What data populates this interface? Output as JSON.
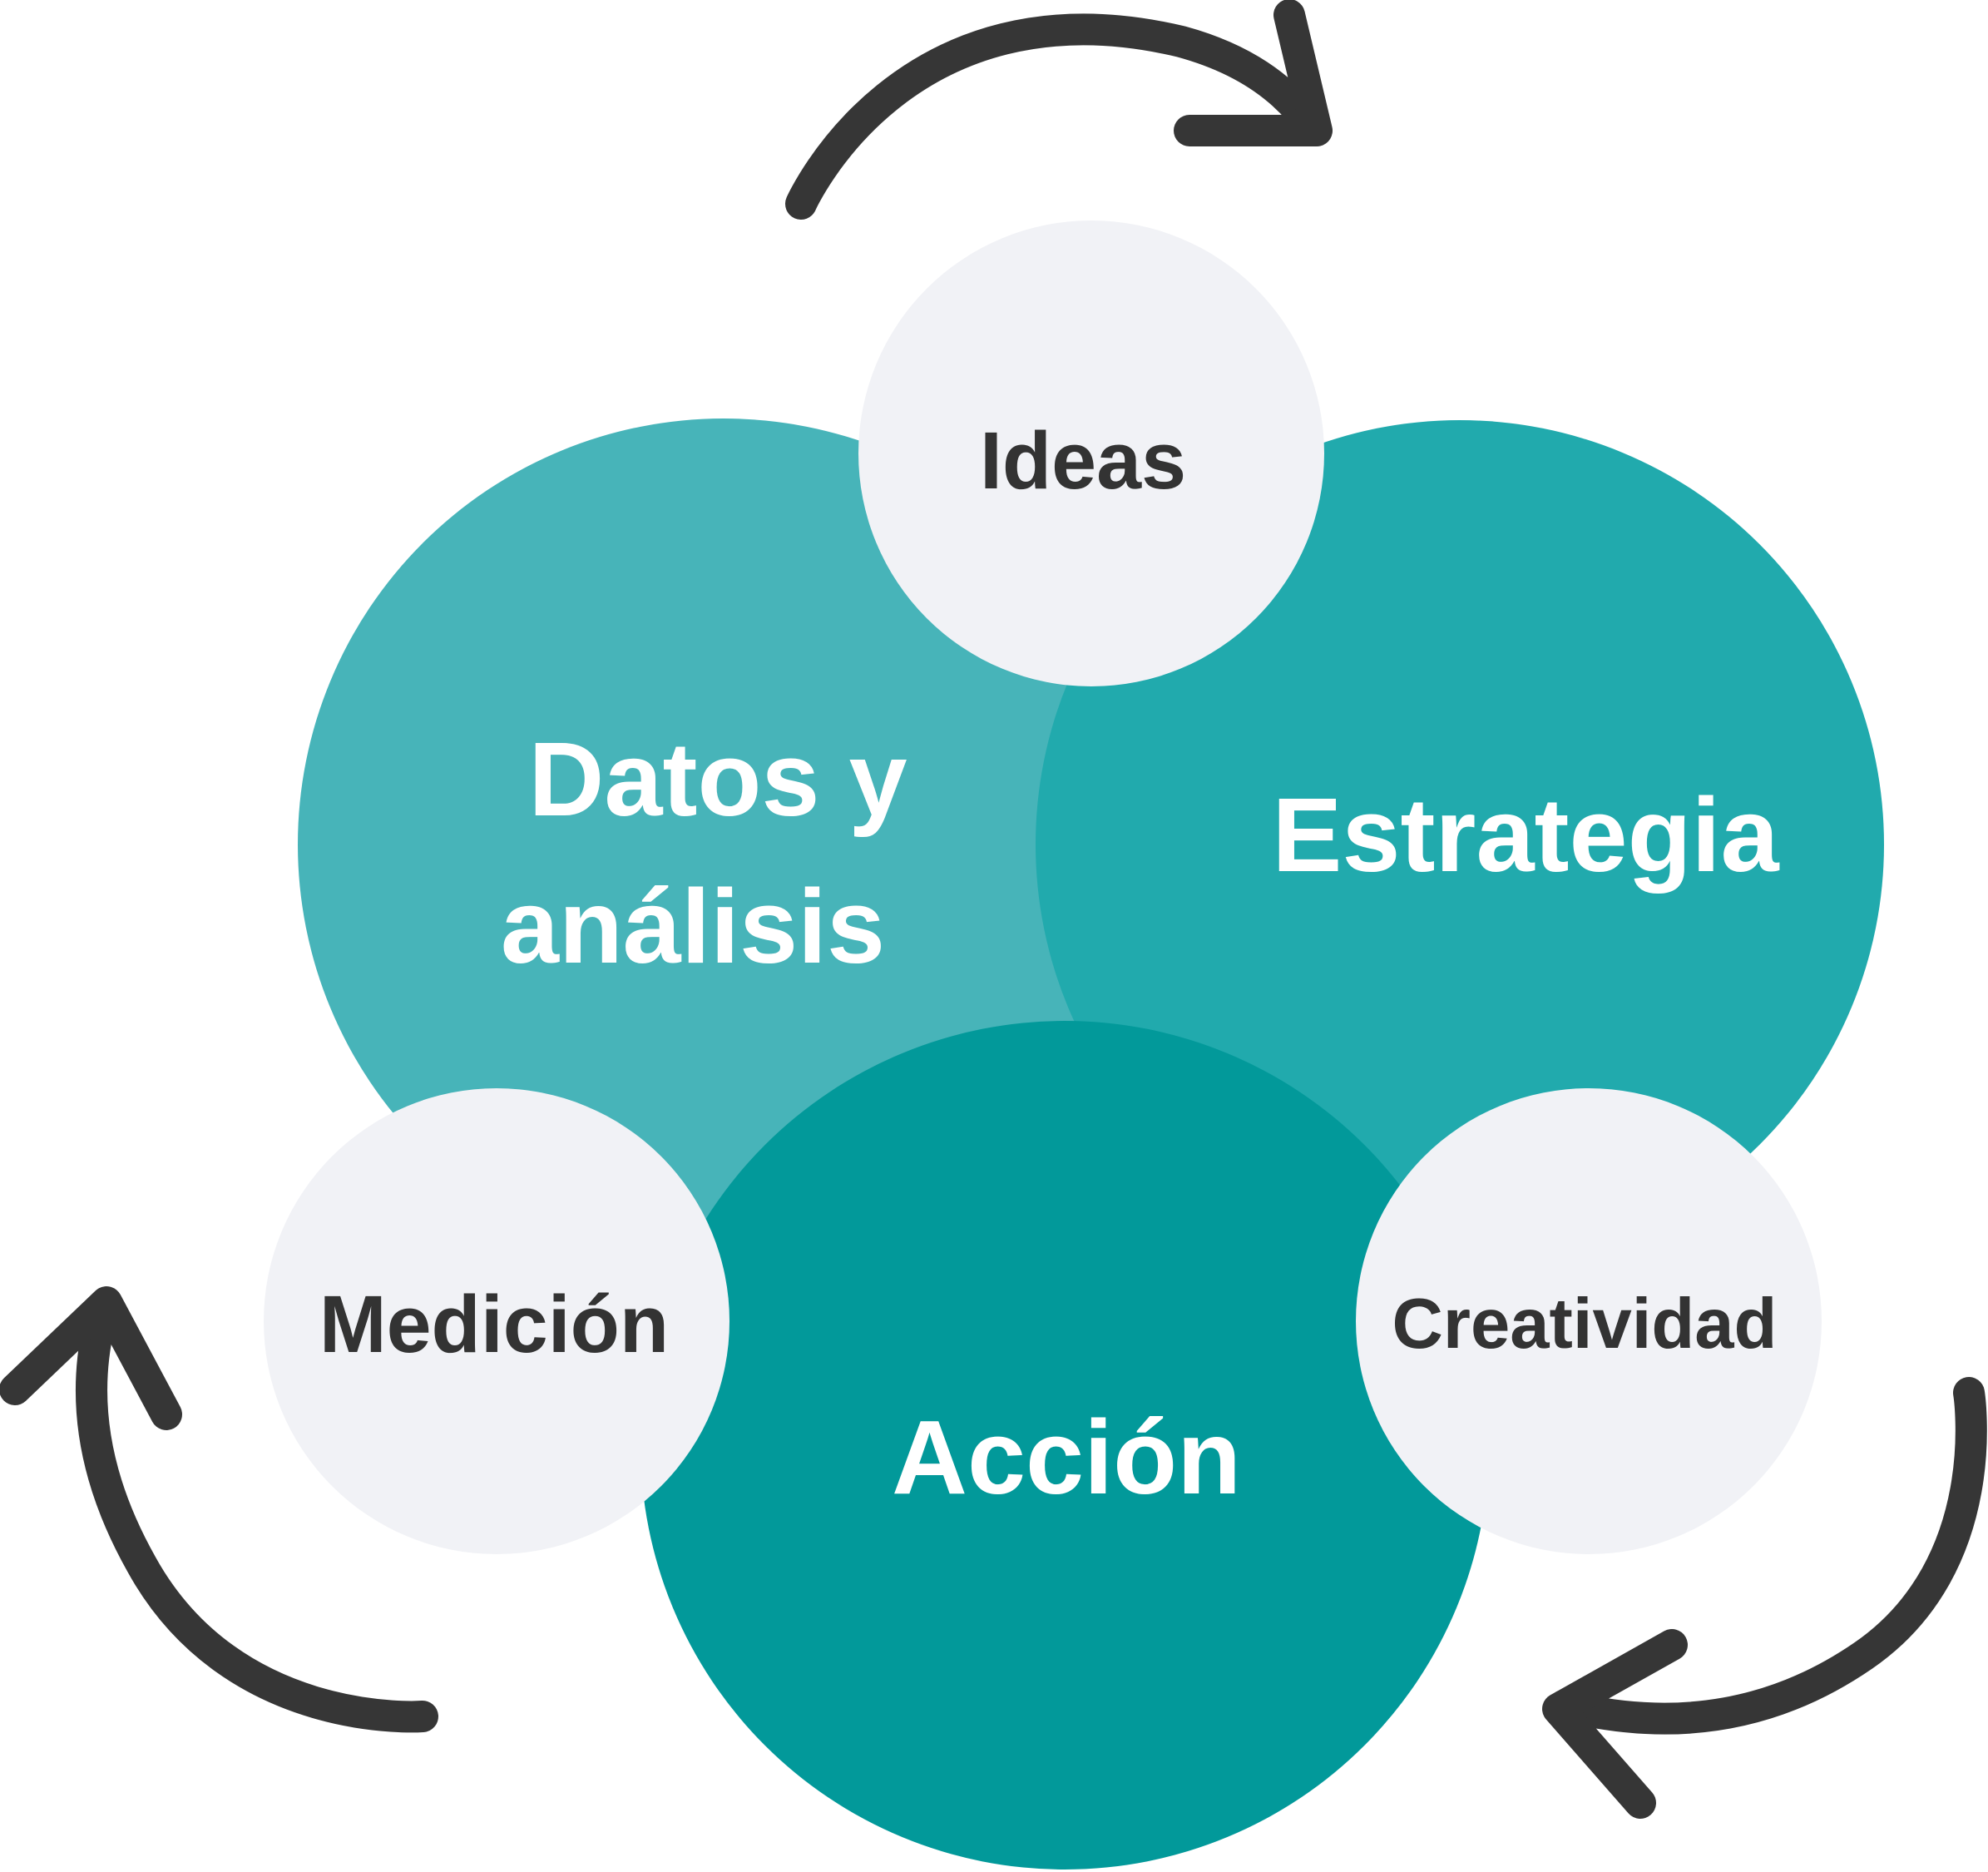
{
  "main_circles": [
    {
      "key": "datos",
      "lines": [
        "Datos y",
        "análisis"
      ]
    },
    {
      "key": "estrategia",
      "lines": [
        "Estrategia"
      ]
    },
    {
      "key": "accion",
      "lines": [
        "Acción"
      ]
    }
  ],
  "small_circles": [
    {
      "key": "ideas",
      "label": "Ideas"
    },
    {
      "key": "medicion",
      "label": "Medición"
    },
    {
      "key": "creatividad",
      "label": "Creatividad"
    }
  ],
  "colors": {
    "datos": "#47b4b9",
    "estrategia": "#21aaad",
    "accion": "#02999a",
    "small_circle_fill": "#f1f2f6",
    "dark_text": "#333333",
    "white_text": "#ffffff",
    "arrow": "#363636"
  },
  "icons": [
    "cycle-arrow-icon"
  ]
}
